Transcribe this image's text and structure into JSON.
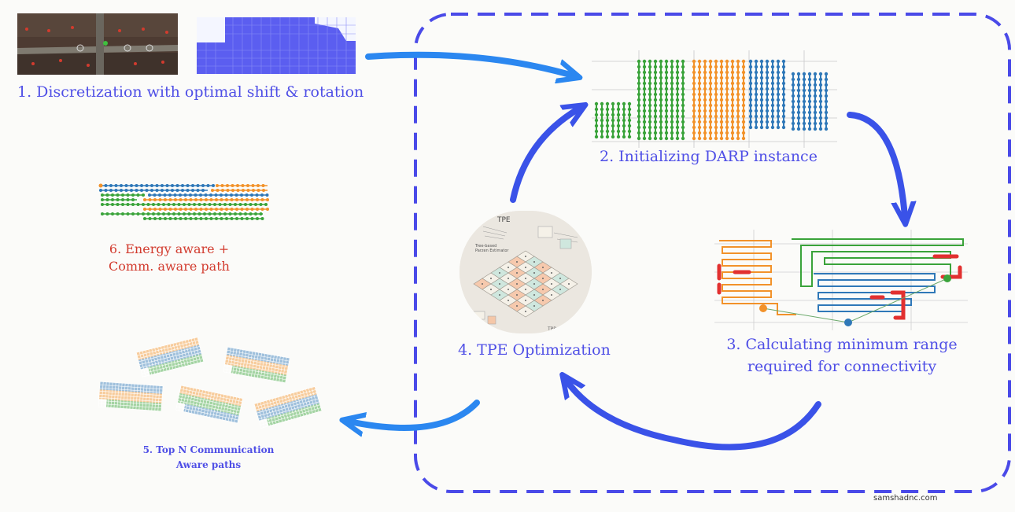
{
  "steps": {
    "step1": "1. Discretization with optimal shift & rotation",
    "step2": "2. Initializing DARP instance",
    "step3_line1": "3. Calculating minimum range",
    "step3_line2": "required for connectivity",
    "step4": "4.  TPE Optimization",
    "step5_line1": "5. Top N Communication",
    "step5_line2": "Aware paths",
    "step6_line1": "6. Energy aware +",
    "step6_line2": "Comm.  aware path"
  },
  "tpe_texts": {
    "title": "TPE",
    "subtitle1": "Tree-based",
    "subtitle2": "Parzen Estimator",
    "footer": "TPP"
  },
  "credit": "samshadnc.com",
  "colors": {
    "loop_border": "#4a4ae8",
    "arrow": "#2b87f0",
    "label_blue": "#4f4fe6",
    "label_red": "#d23b2e",
    "green": "#3aa33a",
    "orange": "#f2922a",
    "blue": "#2f78b8",
    "red": "#e23030"
  }
}
